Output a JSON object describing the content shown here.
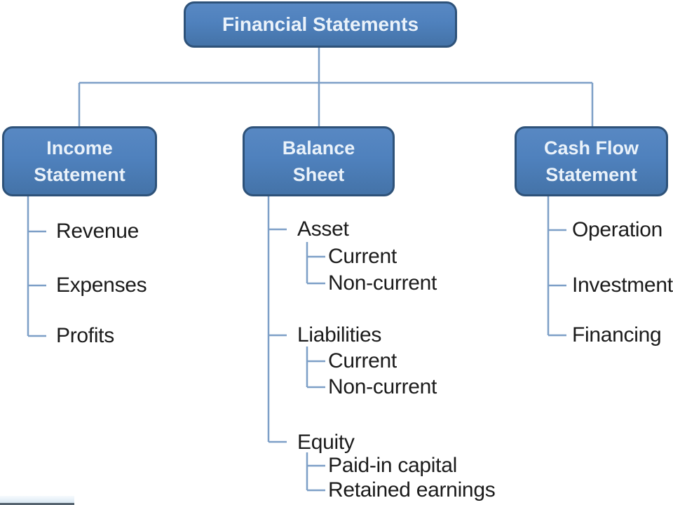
{
  "diagram": {
    "root_label": "Financial Statements",
    "branches": [
      {
        "box_line1": "Income",
        "box_line2": "Statement",
        "items": [
          {
            "label": "Revenue"
          },
          {
            "label": "Expenses"
          },
          {
            "label": "Profits"
          }
        ]
      },
      {
        "box_line1": "Balance",
        "box_line2": "Sheet",
        "items": [
          {
            "label": "Asset",
            "children": [
              {
                "label": "Current"
              },
              {
                "label": "Non-current"
              }
            ]
          },
          {
            "label": "Liabilities",
            "children": [
              {
                "label": "Current"
              },
              {
                "label": "Non-current"
              }
            ]
          },
          {
            "label": "Equity",
            "children": [
              {
                "label": "Paid-in capital"
              },
              {
                "label": "Retained earnings"
              }
            ]
          }
        ]
      },
      {
        "box_line1": "Cash Flow",
        "box_line2": "Statement",
        "items": [
          {
            "label": "Operation"
          },
          {
            "label": "Investment"
          },
          {
            "label": "Financing"
          }
        ]
      }
    ],
    "colors": {
      "background": "#ffffff",
      "box_fill": "#4f81bd",
      "box_fill_dark": "#4473a8",
      "box_border": "#2e5279",
      "box_text": "#eaf2fa",
      "connector": "#7d9fc7",
      "label_text": "#1b1b1b"
    }
  }
}
